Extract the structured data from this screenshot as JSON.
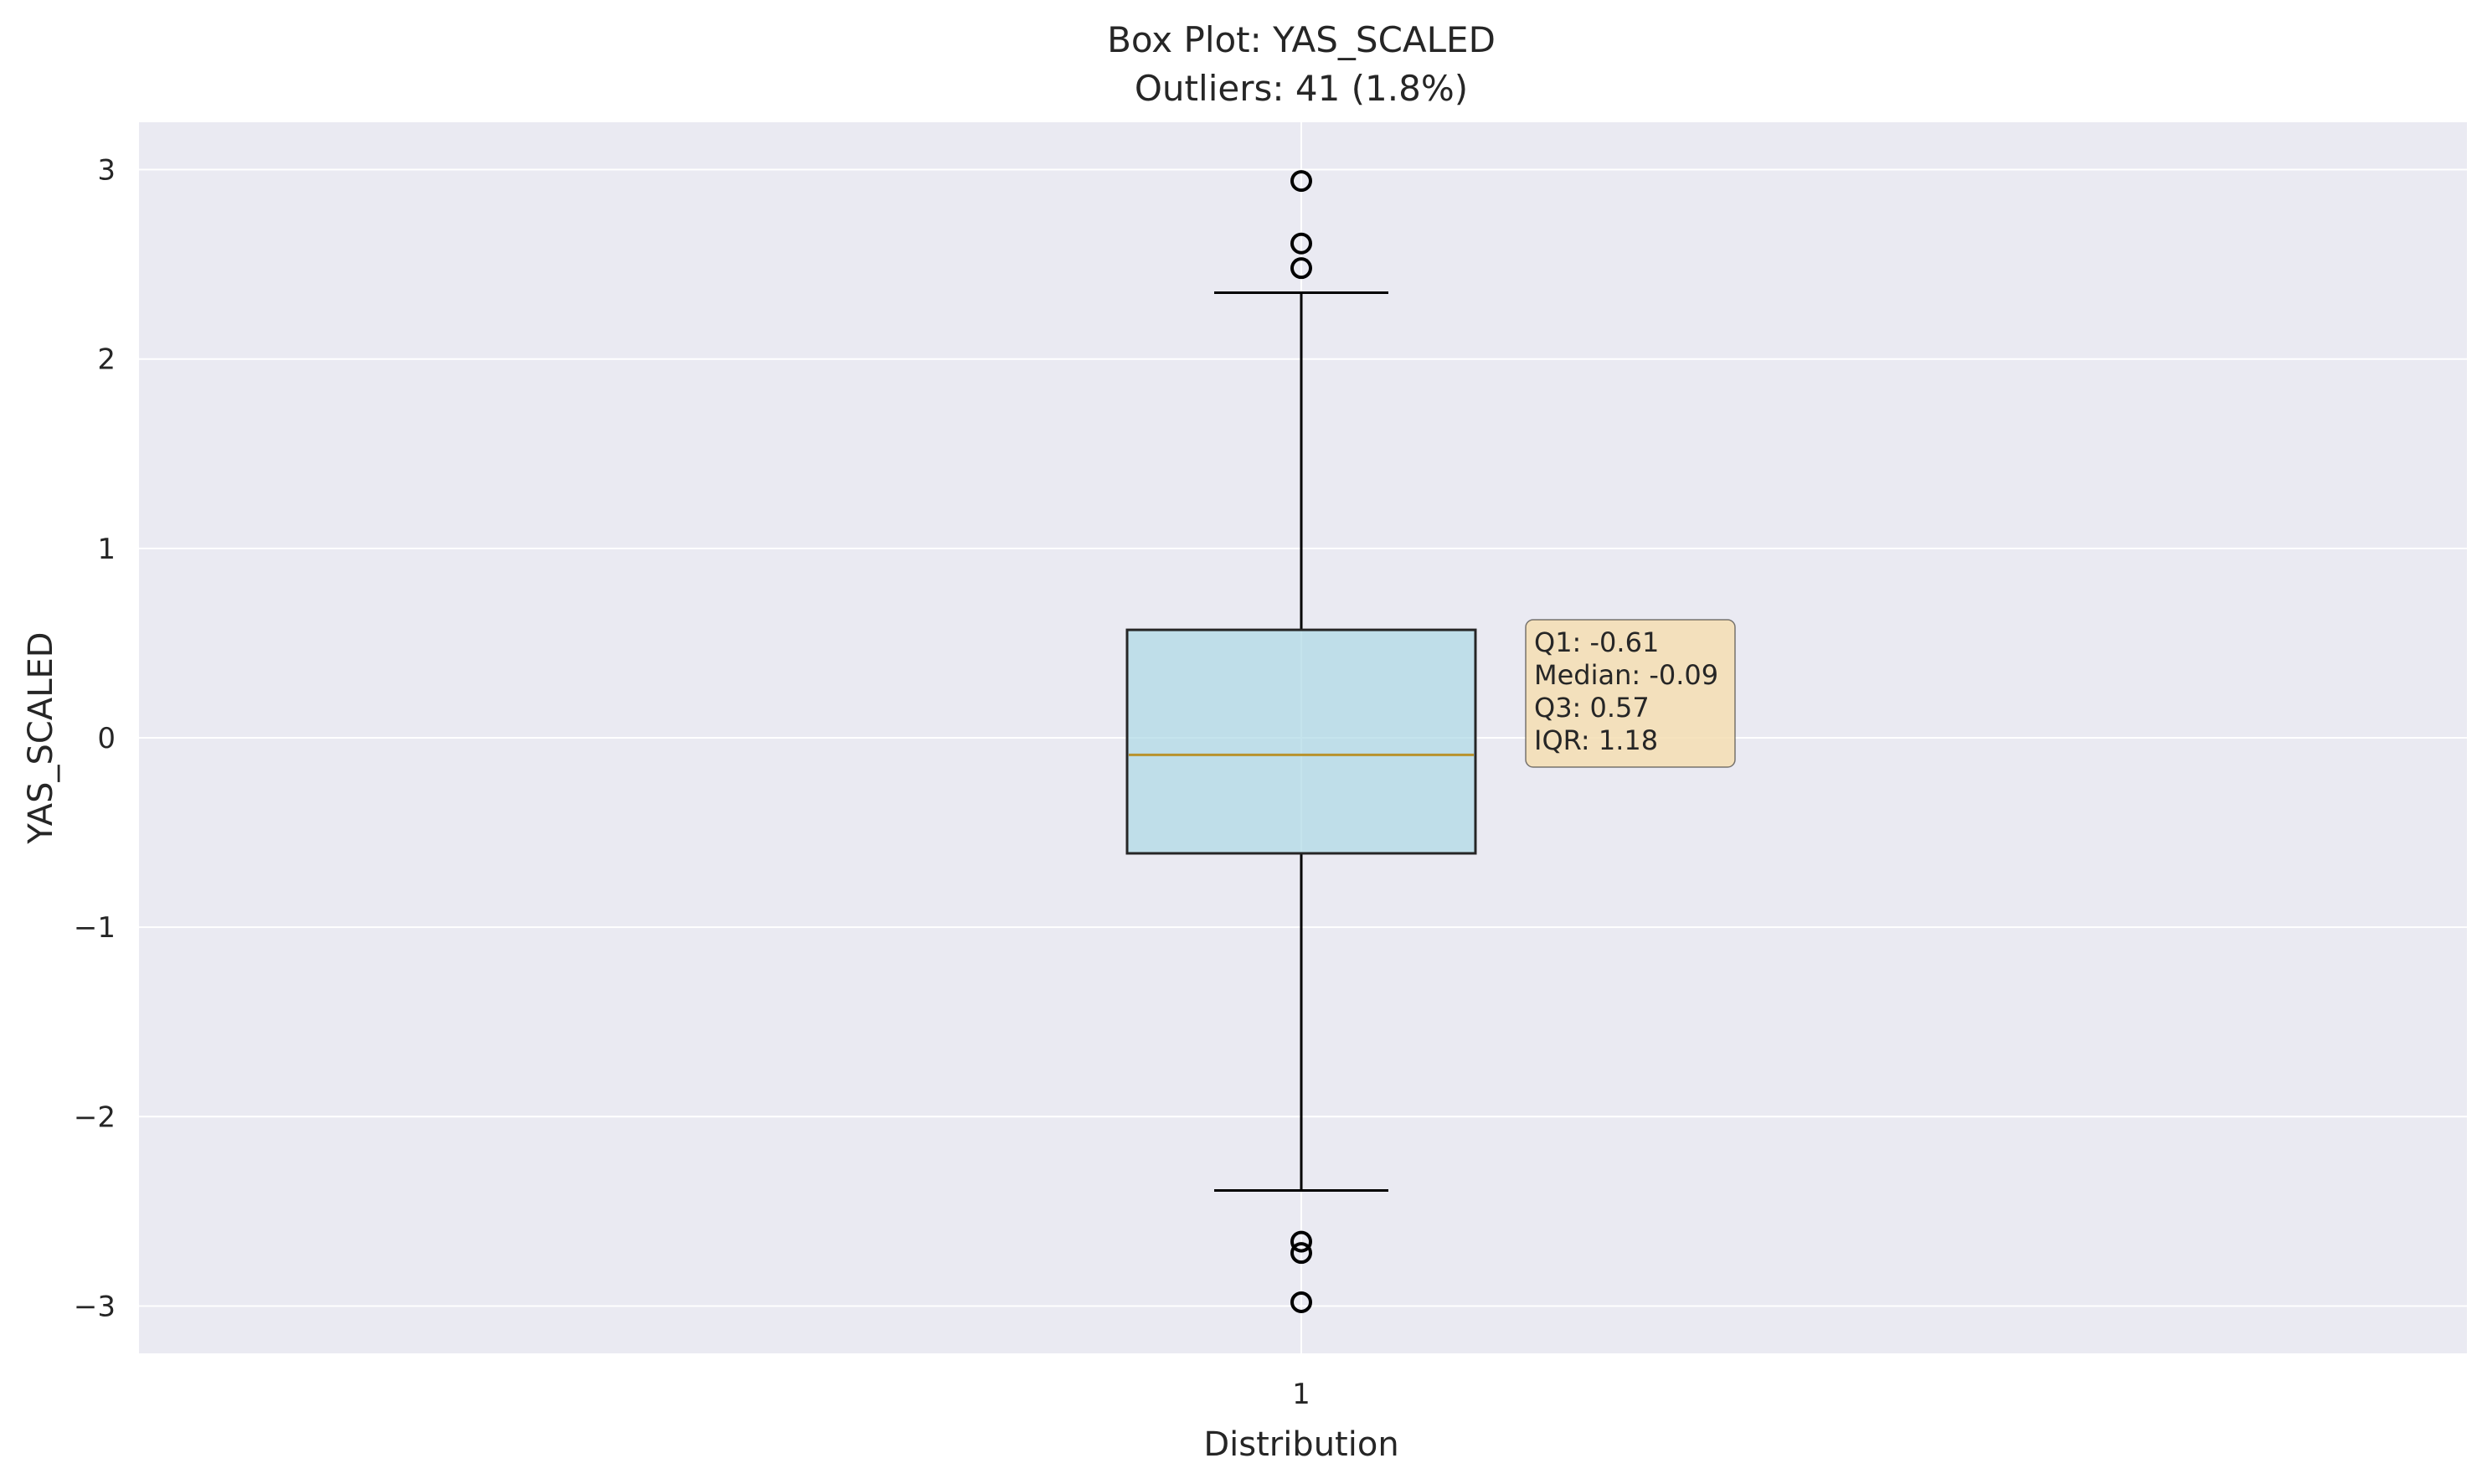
{
  "chart_data": {
    "type": "box",
    "title": "Box Plot: YAS_SCALED",
    "subtitle": "Outliers: 41 (1.8%)",
    "xlabel": "Distribution",
    "ylabel": "YAS_SCALED",
    "categories": [
      "1"
    ],
    "ylim": [
      -3.25,
      3.25
    ],
    "yticks": [
      {
        "value": 3,
        "label": "3"
      },
      {
        "value": 2,
        "label": "2"
      },
      {
        "value": 1,
        "label": "1"
      },
      {
        "value": 0,
        "label": "0"
      },
      {
        "value": -1,
        "label": "−1"
      },
      {
        "value": -2,
        "label": "−2"
      },
      {
        "value": -3,
        "label": "−3"
      }
    ],
    "grid": true,
    "box": {
      "q1": -0.61,
      "median": -0.09,
      "q3": 0.57,
      "whisker_low": -2.39,
      "whisker_high": 2.35,
      "outliers": [
        2.94,
        2.61,
        2.48,
        -2.66,
        -2.72,
        -2.98
      ]
    },
    "stats_lines": [
      "Q1: -0.61",
      "Median: -0.09",
      "Q3: 0.57",
      "IQR: 1.18"
    ],
    "colors": {
      "plot_background": "#eaeaf2",
      "grid": "#ffffff",
      "box_fill": "#add8e6",
      "box_edge": "#262626",
      "median": "#b8922c",
      "whisker": "#000000",
      "stats_box_fill": "#f5deb3"
    }
  }
}
